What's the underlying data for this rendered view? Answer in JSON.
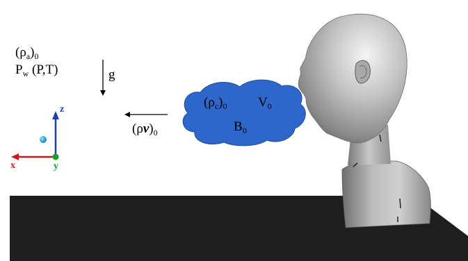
{
  "ambient": {
    "density_base": "(ρ",
    "density_sub_a": "a",
    "density_close": ")",
    "density_sub_0": "0",
    "pw_base": "P",
    "pw_sub": "w",
    "pw_args": " (P,T)"
  },
  "gravity_label": "g",
  "momentum": {
    "open": "(ρ",
    "v": "v",
    "close": ")",
    "sub": "0"
  },
  "cloud": {
    "rho_open": "(ρ",
    "rho_sub_c": "c",
    "rho_close": ")",
    "rho_sub_0": "0",
    "V_base": "V",
    "V_sub": "0",
    "B_base": "B",
    "B_sub": "0"
  },
  "axes": {
    "x": "x",
    "y": "y",
    "z": "z"
  },
  "colors": {
    "cloud_fill": "#2f66c9",
    "cloud_stroke": "#1e4aa0",
    "axis_x": "#cc1a1a",
    "axis_y": "#11a12d",
    "axis_z": "#1d3fa8",
    "particle": "#1aa7d6",
    "table": "#1e1e1e",
    "head": "#b9b9b9"
  }
}
